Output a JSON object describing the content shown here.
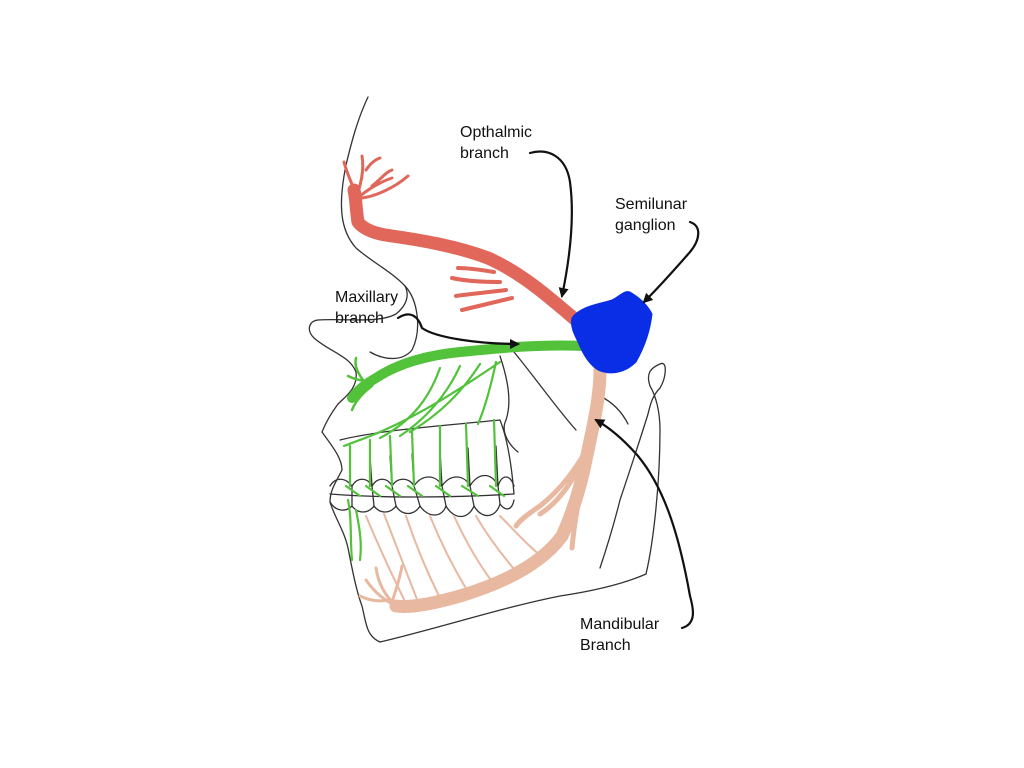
{
  "labels": {
    "opthalmic": {
      "line1": "Opthalmic",
      "line2": "branch"
    },
    "semilunar": {
      "line1": "Semilunar",
      "line2": "ganglion"
    },
    "maxillary": {
      "line1": "Maxillary",
      "line2": "branch"
    },
    "mandibular": {
      "line1": "Mandibular",
      "line2": "Branch"
    }
  },
  "colors": {
    "opthalmic_nerve": "#e0675a",
    "maxillary_nerve": "#52c23a",
    "mandibular_nerve": "#e8b8a0",
    "semilunar_ganglion": "#0a2ee6",
    "outline": "#333333",
    "pointer": "#111111"
  }
}
